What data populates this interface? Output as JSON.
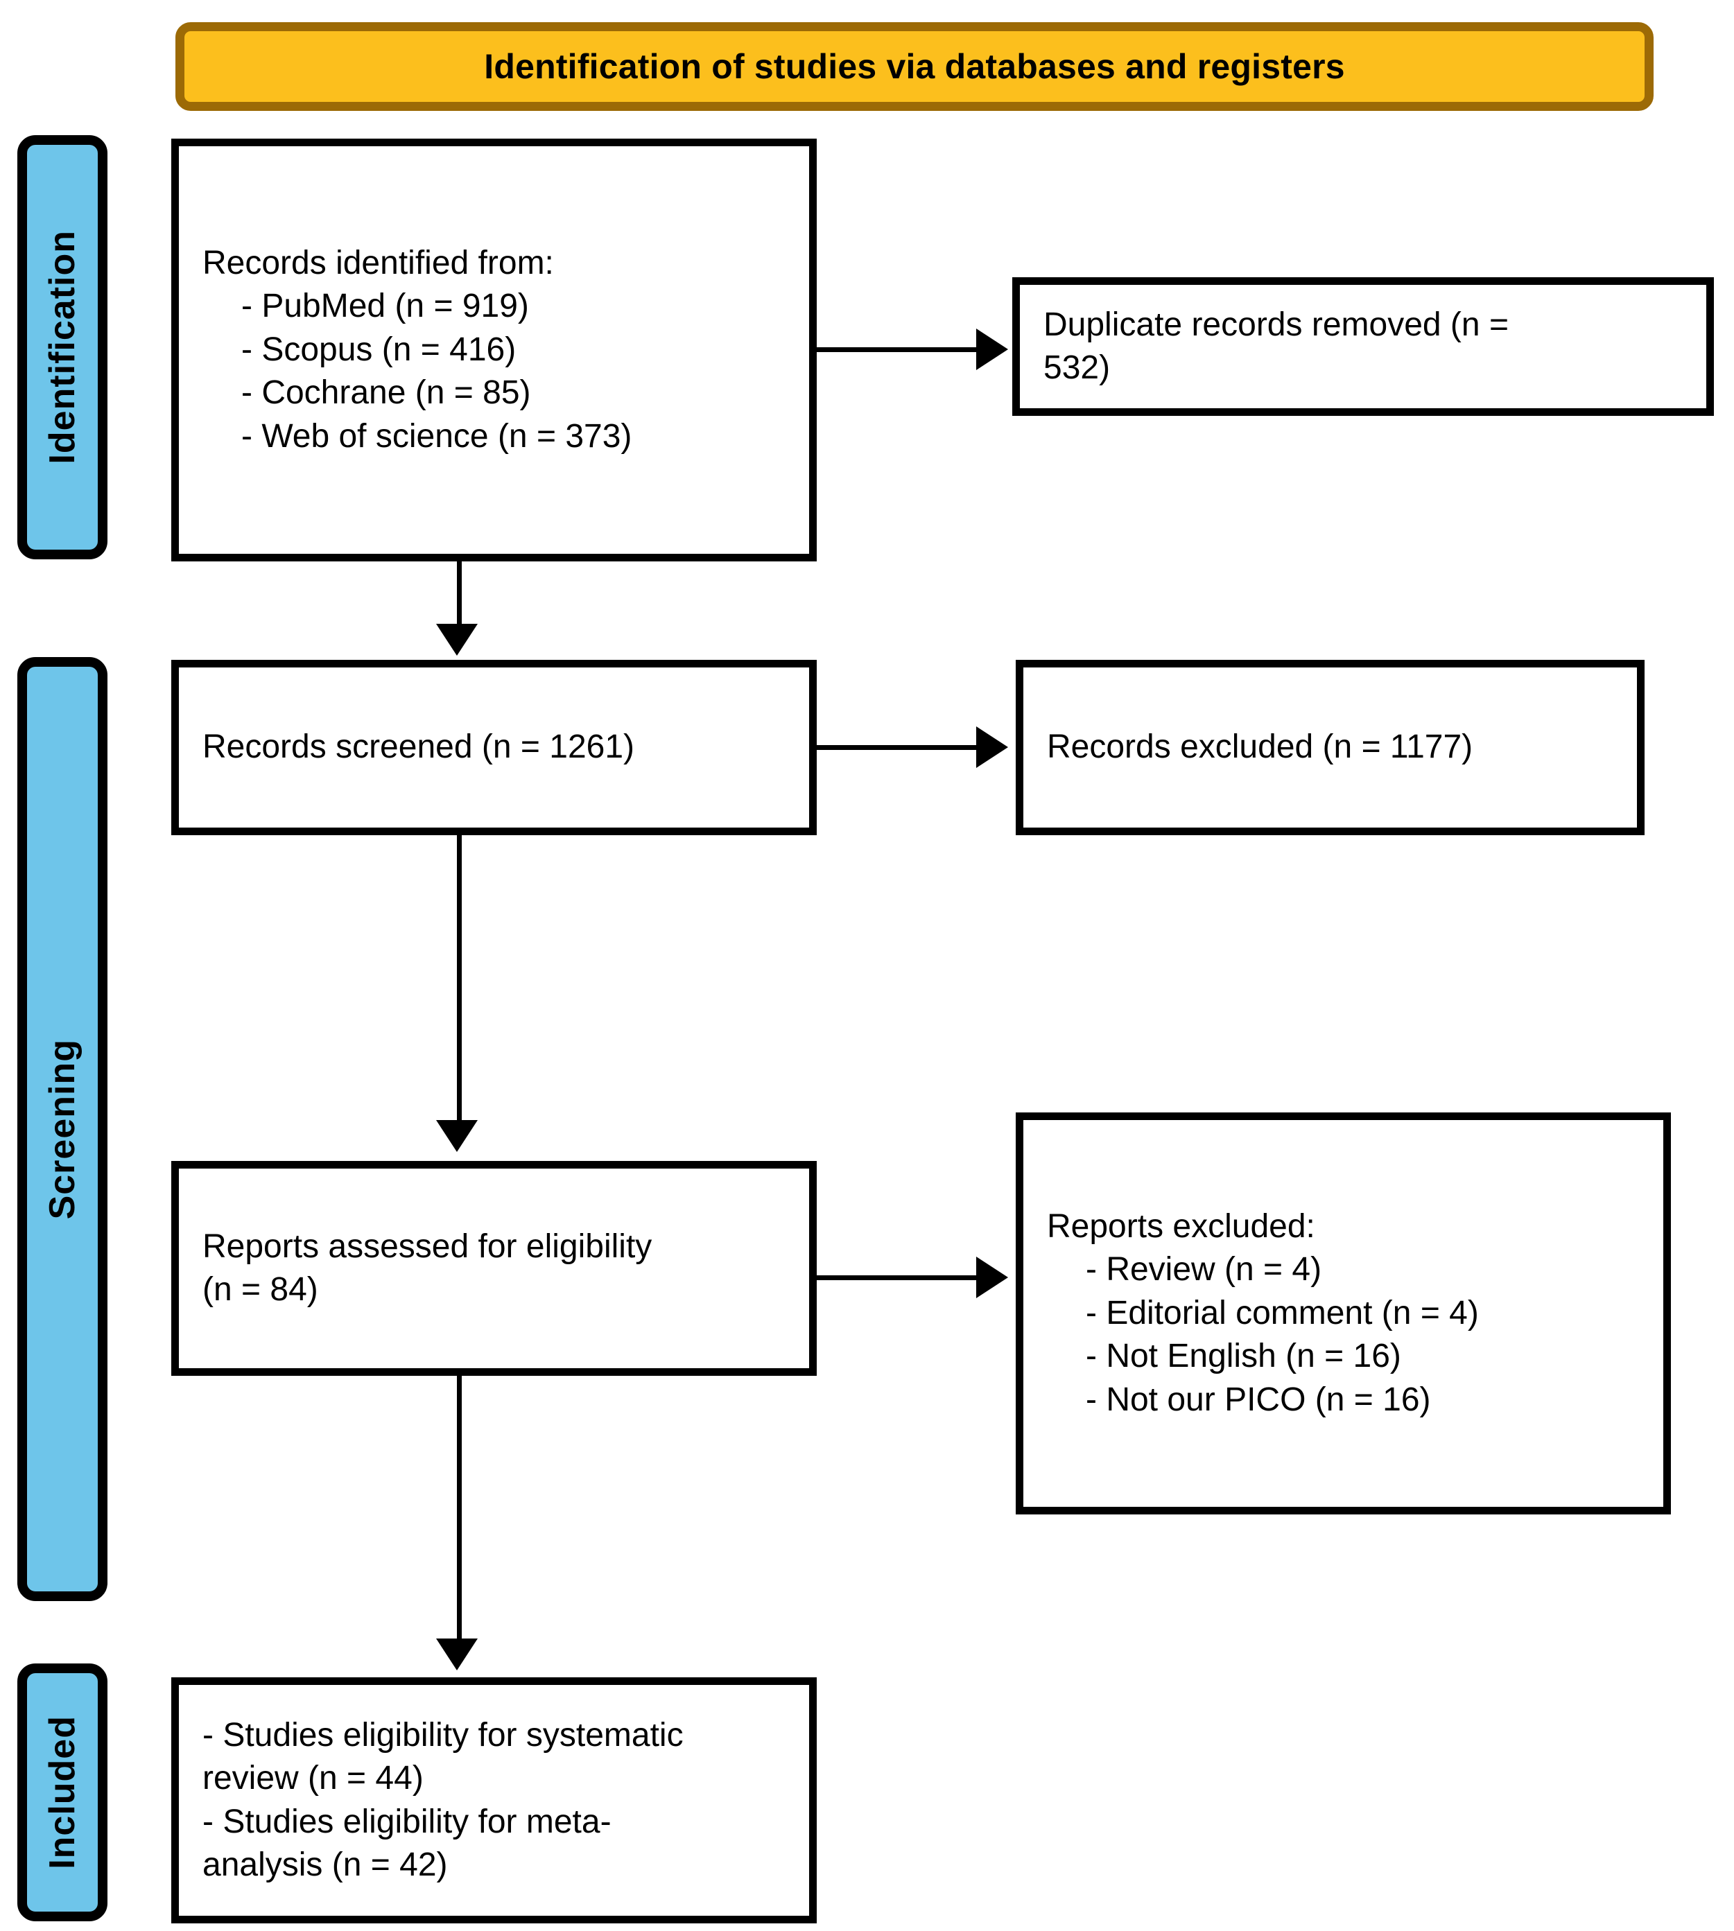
{
  "header": {
    "title": "Identification of studies via databases and registers"
  },
  "phases": [
    {
      "id": "identification",
      "label": "Identification"
    },
    {
      "id": "screening",
      "label": "Screening"
    },
    {
      "id": "included",
      "label": "Included"
    }
  ],
  "boxes": {
    "identified": {
      "title": "Records identified from:",
      "items": [
        "- PubMed (n = 919)",
        "- Scopus (n = 416)",
        "- Cochrane (n = 85)",
        "- Web of science (n = 373)"
      ]
    },
    "duplicates": {
      "line1": "Duplicate records removed (n =",
      "line2": "532)"
    },
    "screened": {
      "line1": "Records screened (n = 1261)"
    },
    "records_excluded": {
      "line1": "Records excluded (n = 1177)"
    },
    "eligibility": {
      "line1": "Reports assessed for eligibility",
      "line2": "(n = 84)"
    },
    "reports_excluded": {
      "title": "Reports excluded:",
      "items": [
        "- Review (n = 4)",
        "- Editorial comment (n = 4)",
        "- Not English (n = 16)",
        "- Not our PICO (n = 16)"
      ]
    },
    "included": {
      "line1": "- Studies eligibility for systematic",
      "line2": "review (n = 44)",
      "line3": "- Studies eligibility for meta-",
      "line4": "analysis (n = 42)"
    }
  },
  "colors": {
    "header_fill": "#FCBF1D",
    "header_border": "#9C6A06",
    "phase_fill": "#6EC5EA",
    "line": "#000000",
    "box_fill": "#FFFFFF"
  },
  "chart_data": {
    "type": "diagram",
    "title": "Identification of studies via databases and registers",
    "nodes": [
      {
        "id": "identified",
        "phase": "Identification",
        "label": "Records identified from: - PubMed (n = 919) - Scopus (n = 416) - Cochrane (n = 85) - Web of science (n = 373)",
        "counts": {
          "PubMed": 919,
          "Scopus": 416,
          "Cochrane": 85,
          "Web of science": 373
        }
      },
      {
        "id": "duplicates",
        "phase": "Identification",
        "label": "Duplicate records removed (n = 532)",
        "counts": {
          "removed": 532
        }
      },
      {
        "id": "screened",
        "phase": "Screening",
        "label": "Records screened (n = 1261)",
        "counts": {
          "screened": 1261
        }
      },
      {
        "id": "records_excluded",
        "phase": "Screening",
        "label": "Records excluded (n = 1177)",
        "counts": {
          "excluded": 1177
        }
      },
      {
        "id": "eligibility",
        "phase": "Screening",
        "label": "Reports assessed for eligibility (n = 84)",
        "counts": {
          "assessed": 84
        }
      },
      {
        "id": "reports_excluded",
        "phase": "Screening",
        "label": "Reports excluded: - Review (n = 4) - Editorial comment (n = 4) - Not English (n = 16) - Not our PICO (n = 16)",
        "counts": {
          "Review": 4,
          "Editorial comment": 4,
          "Not English": 16,
          "Not our PICO": 16
        }
      },
      {
        "id": "included",
        "phase": "Included",
        "label": "- Studies eligibility for systematic review (n = 44) - Studies eligibility for meta-analysis (n = 42)",
        "counts": {
          "systematic review": 44,
          "meta-analysis": 42
        }
      }
    ],
    "edges": [
      {
        "from": "identified",
        "to": "duplicates",
        "direction": "right"
      },
      {
        "from": "identified",
        "to": "screened",
        "direction": "down"
      },
      {
        "from": "screened",
        "to": "records_excluded",
        "direction": "right"
      },
      {
        "from": "screened",
        "to": "eligibility",
        "direction": "down"
      },
      {
        "from": "eligibility",
        "to": "reports_excluded",
        "direction": "right"
      },
      {
        "from": "eligibility",
        "to": "included",
        "direction": "down"
      }
    ]
  }
}
